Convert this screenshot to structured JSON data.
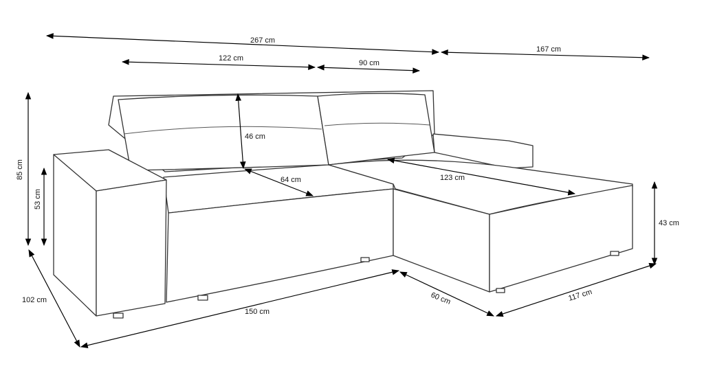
{
  "dimensions": {
    "total_width": "267 cm",
    "chaise_width": "167 cm",
    "seat_left_width": "122 cm",
    "seat_right_width": "90 cm",
    "total_height": "85 cm",
    "armrest_height": "53 cm",
    "backrest_height": "46 cm",
    "seat_depth": "64 cm",
    "chaise_seat_length": "123 cm",
    "seat_height": "43 cm",
    "total_depth": "102 cm",
    "front_width": "150 cm",
    "chaise_front_width": "60 cm",
    "chaise_side_length": "117 cm"
  }
}
